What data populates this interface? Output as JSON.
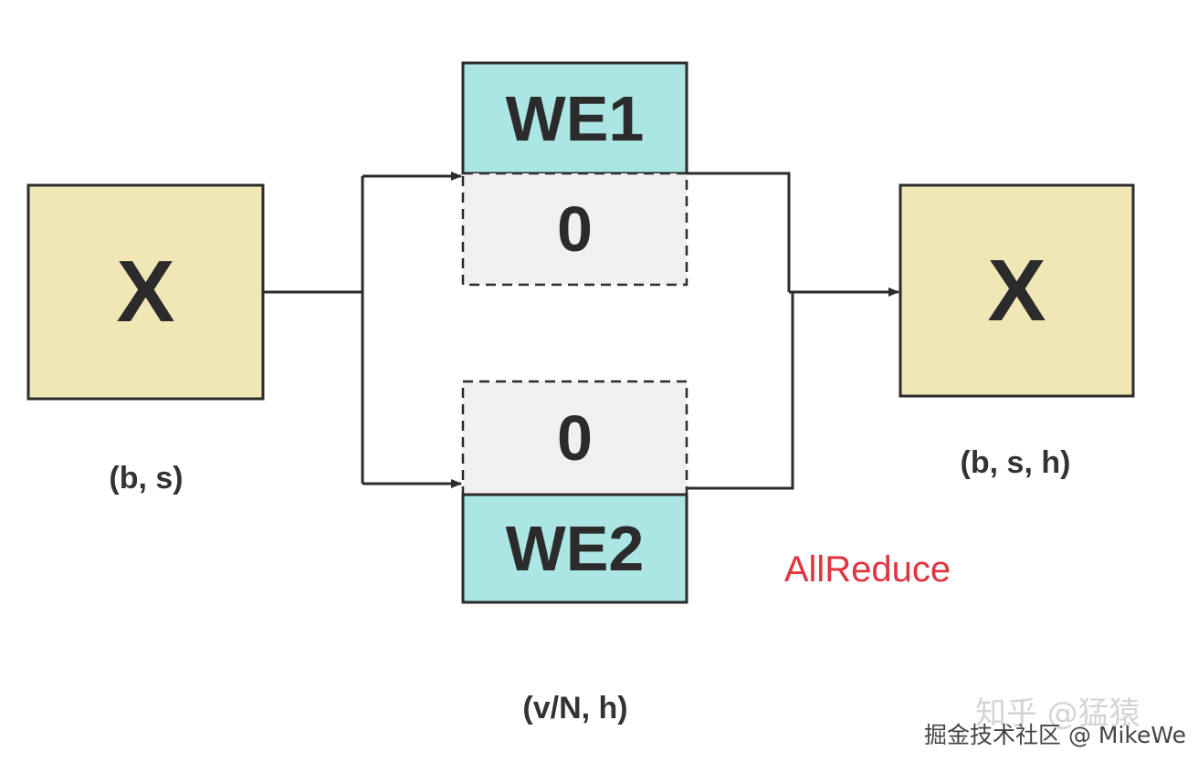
{
  "input_box": {
    "label": "X",
    "shape": "(b, s)"
  },
  "embedding": {
    "top_shard": {
      "weight_label": "WE1",
      "masked_label": "0"
    },
    "bottom_shard": {
      "weight_label": "WE2",
      "masked_label": "0"
    },
    "shape": "(v/N, h)"
  },
  "operation": {
    "label": "AllReduce",
    "color": "#e0343f"
  },
  "output_box": {
    "label": "X",
    "shape": "(b, s, h)"
  },
  "watermarks": {
    "faint": "知乎 @猛猿",
    "main": "掘金技术社区 @ MikeWe"
  },
  "colors": {
    "input_fill": "#f1e7b6",
    "weight_fill": "#abe6e5",
    "masked_fill": "#f0f0f0",
    "stroke": "#2b2b2b"
  }
}
